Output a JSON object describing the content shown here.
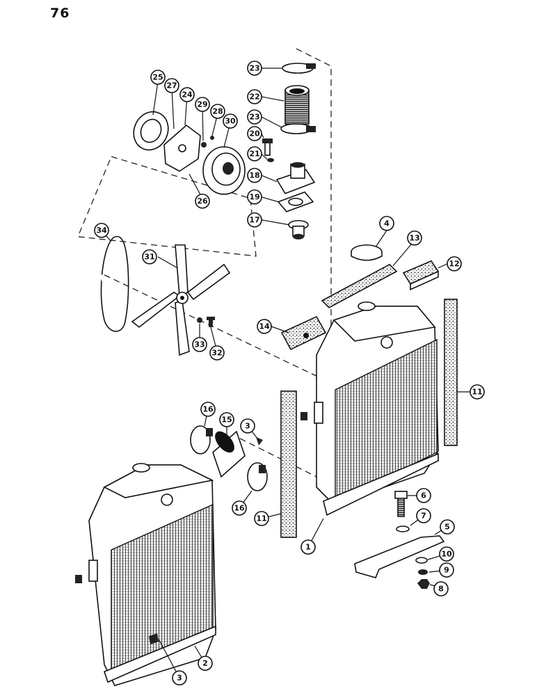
{
  "page_number": "76",
  "callouts": [
    {
      "id": "c1",
      "label": "1"
    },
    {
      "id": "c2",
      "label": "2"
    },
    {
      "id": "c3a",
      "label": "3"
    },
    {
      "id": "c3b",
      "label": "3"
    },
    {
      "id": "c4",
      "label": "4"
    },
    {
      "id": "c5",
      "label": "5"
    },
    {
      "id": "c6",
      "label": "6"
    },
    {
      "id": "c7",
      "label": "7"
    },
    {
      "id": "c8",
      "label": "8"
    },
    {
      "id": "c9",
      "label": "9"
    },
    {
      "id": "c10",
      "label": "10"
    },
    {
      "id": "c11a",
      "label": "11"
    },
    {
      "id": "c11b",
      "label": "11"
    },
    {
      "id": "c12",
      "label": "12"
    },
    {
      "id": "c13",
      "label": "13"
    },
    {
      "id": "c14",
      "label": "14"
    },
    {
      "id": "c15",
      "label": "15"
    },
    {
      "id": "c16a",
      "label": "16"
    },
    {
      "id": "c16b",
      "label": "16"
    },
    {
      "id": "c17",
      "label": "17"
    },
    {
      "id": "c18",
      "label": "18"
    },
    {
      "id": "c19",
      "label": "19"
    },
    {
      "id": "c20",
      "label": "20"
    },
    {
      "id": "c21",
      "label": "21"
    },
    {
      "id": "c22",
      "label": "22"
    },
    {
      "id": "c23a",
      "label": "23"
    },
    {
      "id": "c23b",
      "label": "23"
    },
    {
      "id": "c24",
      "label": "24"
    },
    {
      "id": "c25",
      "label": "25"
    },
    {
      "id": "c26",
      "label": "26"
    },
    {
      "id": "c27",
      "label": "27"
    },
    {
      "id": "c28",
      "label": "28"
    },
    {
      "id": "c29",
      "label": "29"
    },
    {
      "id": "c30",
      "label": "30"
    },
    {
      "id": "c31",
      "label": "31"
    },
    {
      "id": "c32",
      "label": "32"
    },
    {
      "id": "c33",
      "label": "33"
    },
    {
      "id": "c34",
      "label": "34"
    }
  ]
}
